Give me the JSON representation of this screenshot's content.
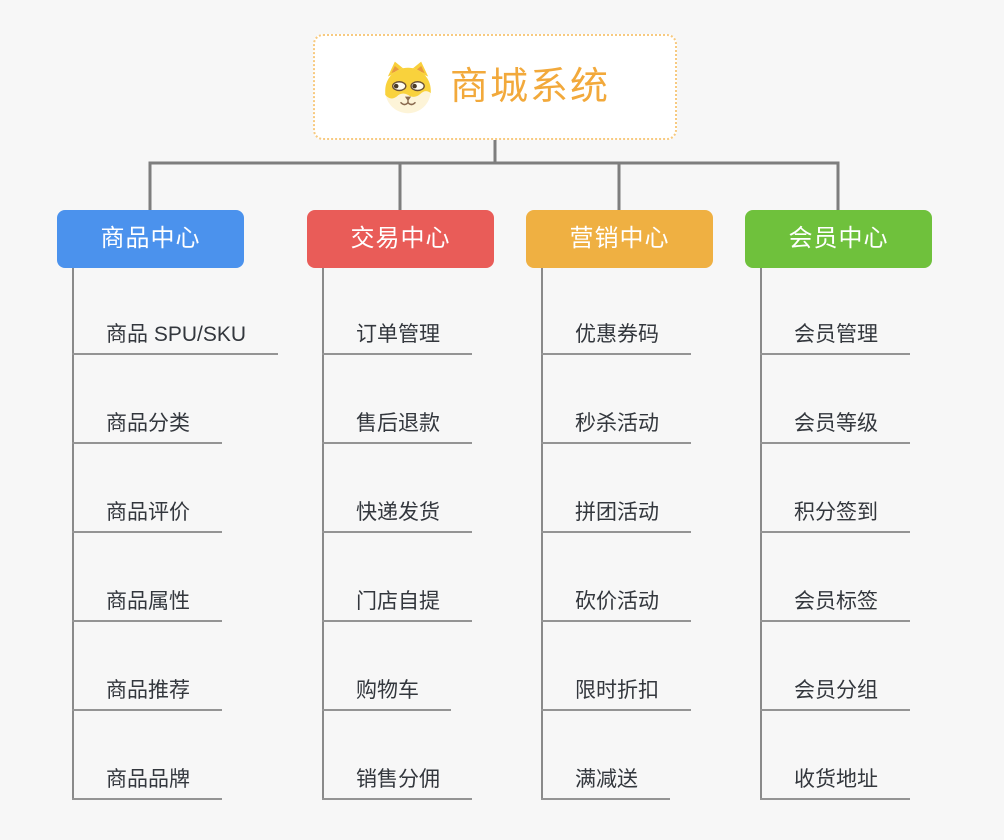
{
  "root": {
    "title": "商城系统",
    "icon": "shiba-dog-icon",
    "text_color": "#F2A93B",
    "border_color": "#F7CA80"
  },
  "branches": [
    {
      "label": "商品中心",
      "color": "#4B92ED",
      "children": [
        "商品 SPU/SKU",
        "商品分类",
        "商品评价",
        "商品属性",
        "商品推荐",
        "商品品牌"
      ]
    },
    {
      "label": "交易中心",
      "color": "#E95C58",
      "children": [
        "订单管理",
        "售后退款",
        "快递发货",
        "门店自提",
        "购物车",
        "销售分佣"
      ]
    },
    {
      "label": "营销中心",
      "color": "#EFB042",
      "children": [
        "优惠券码",
        "秒杀活动",
        "拼团活动",
        "砍价活动",
        "限时折扣",
        "满减送"
      ]
    },
    {
      "label": "会员中心",
      "color": "#6FC13C",
      "children": [
        "会员管理",
        "会员等级",
        "积分签到",
        "会员标签",
        "会员分组",
        "收货地址"
      ]
    }
  ],
  "colors": {
    "background": "#F7F7F7",
    "connector_line": "#7E7E7E",
    "child_underline": "#949494",
    "child_text": "#33373D"
  }
}
